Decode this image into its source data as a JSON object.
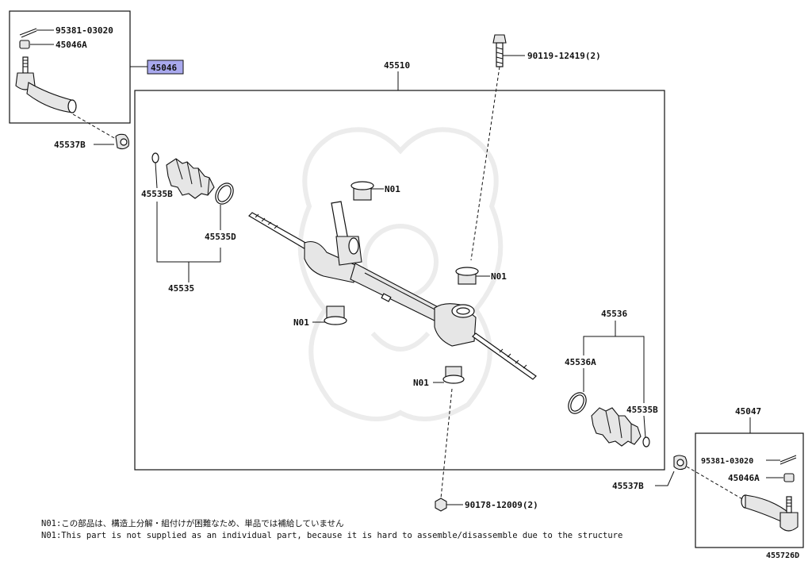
{
  "labels": {
    "cotter_pin_left": "95381-03020",
    "nut_left": "45046A",
    "tie_rod_end_left": "45046",
    "dust_seal_left": "45537B",
    "boot_clip_left": "45535B",
    "boot_band_left": "45535D",
    "boot_assy_left": "45535",
    "gear_assy": "45510",
    "bolt_top": "90119-12419(2)",
    "n01_a": "N01",
    "n01_b": "N01",
    "n01_c": "N01",
    "n01_d": "N01",
    "boot_assy_right": "45536",
    "boot_band_right": "45536A",
    "boot_clip_right": "45535B",
    "tie_rod_end_right": "45047",
    "cotter_pin_right": "95381-03020",
    "nut_right": "45046A",
    "dust_seal_right": "45537B",
    "nut_bottom": "90178-12009(2)"
  },
  "notes": {
    "jp": "N01:この部品は、構造上分解・組付けが困難なため、単品では補給していません",
    "en": "N01:This part is not supplied as an individual part, because it is hard to assemble/disassemble due to the structure"
  },
  "diagram_code": "455726D",
  "colors": {
    "highlight": "#a9a9ee",
    "ink": "#111111",
    "watermark": "#ececec"
  }
}
